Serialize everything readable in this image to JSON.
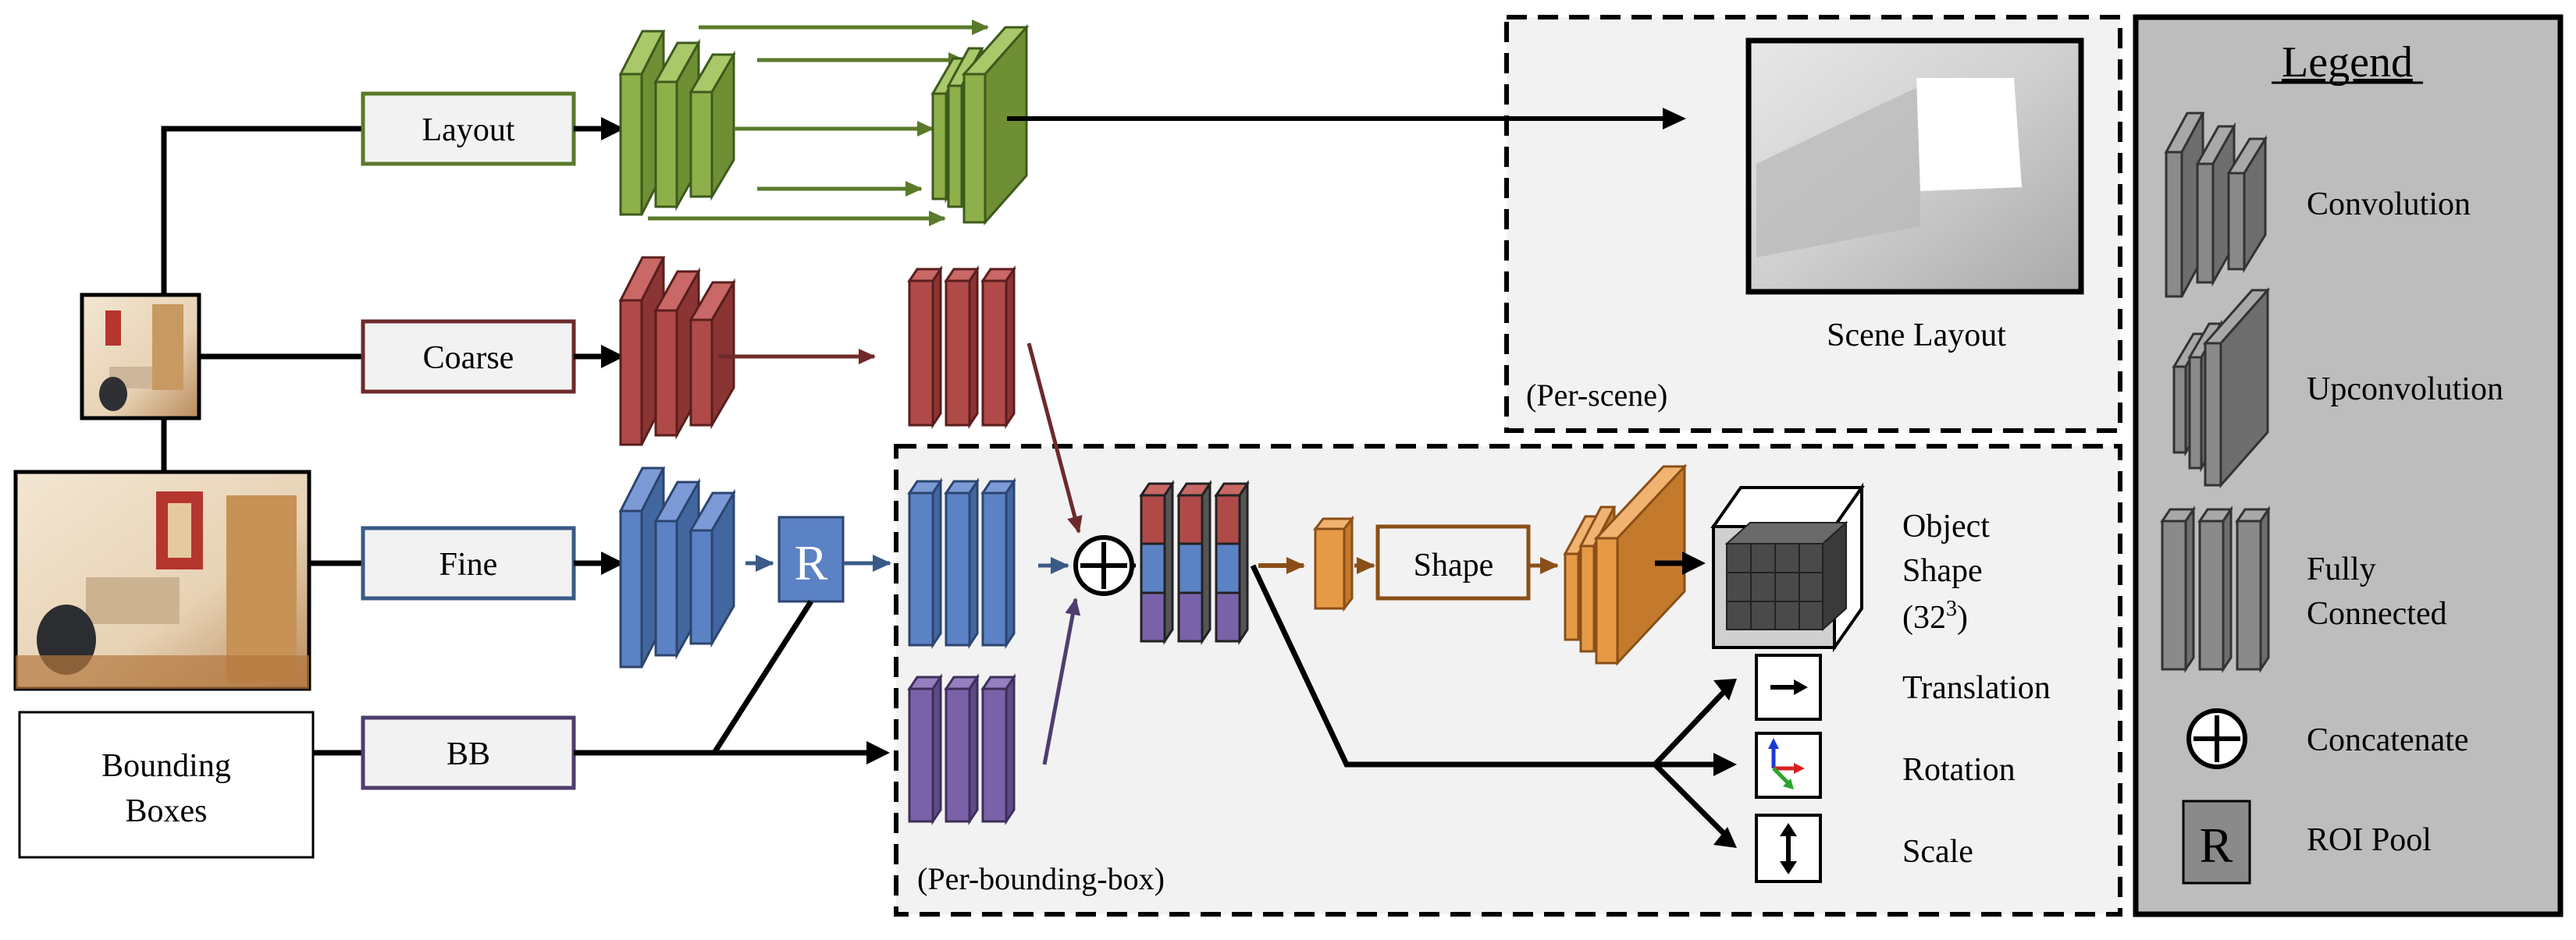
{
  "boxes": {
    "layout": "Layout",
    "coarse": "Coarse",
    "fine": "Fine",
    "bb": "BB",
    "shape": "Shape",
    "bounding_boxes_line1": "Bounding",
    "bounding_boxes_line2": "Boxes"
  },
  "roi_symbol": "R",
  "regions": {
    "per_scene": "(Per-scene)",
    "per_bounding_box": "(Per-bounding-box)",
    "scene_layout_caption": "Scene Layout"
  },
  "outputs": {
    "object_shape_line1": "Object",
    "object_shape_line2": "Shape",
    "object_shape_line3": "(32",
    "object_shape_sup": "3",
    "object_shape_close": ")",
    "translation": "Translation",
    "rotation": "Rotation",
    "scale": "Scale"
  },
  "legend": {
    "title": "Legend",
    "convolution": "Convolution",
    "upconvolution": "Upconvolution",
    "fully_connected_line1": "Fully",
    "fully_connected_line2": "Connected",
    "concatenate": "Concatenate",
    "roi_pool": "ROI Pool"
  },
  "colors": {
    "green": "#8db04a",
    "red": "#b04a48",
    "blue": "#5b82c4",
    "purple": "#7a62a8",
    "orange": "#e79a45",
    "gray": "#8a8a8a",
    "region_bg": "#f2f2f2",
    "legend_bg": "#bdbdbd"
  }
}
